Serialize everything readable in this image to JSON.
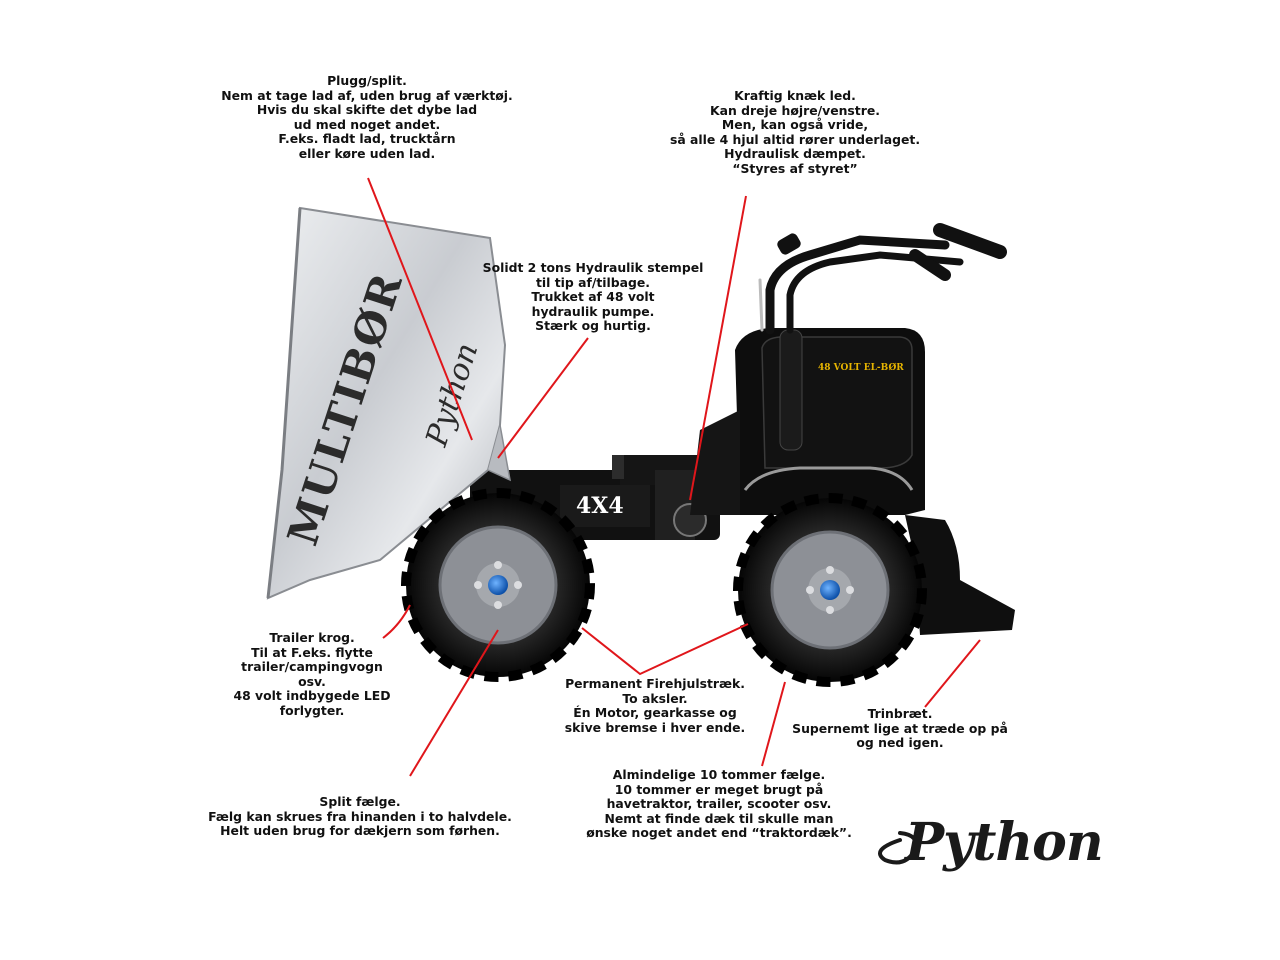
{
  "brand": {
    "logo_text": "Python",
    "bucket_text": "MULTIBØR",
    "bucket_script": "Python",
    "chassis_badge": "4X4",
    "cab_decal": "48 VOLT EL-BØR"
  },
  "colors": {
    "leader_line": "#e0161b",
    "body": "#0d0d0d",
    "bucket": "#cfd2d6",
    "rim": "#8d9096",
    "hub": "#1e6fd0",
    "text": "#111111"
  },
  "callouts": [
    {
      "id": "plugg",
      "lines": [
        "Plugg/split.",
        "Nem at tage lad af, uden brug af værktøj.",
        "Hvis du skal skifte det dybe lad",
        "ud med noget andet.",
        "F.eks. fladt lad, trucktårn",
        "eller køre uden lad."
      ]
    },
    {
      "id": "knaek",
      "lines": [
        "Kraftig knæk led.",
        "Kan dreje højre/venstre.",
        "Men, kan også vride,",
        "så alle 4 hjul altid rører underlaget.",
        "Hydraulisk dæmpet.",
        "“Styres af styret”"
      ]
    },
    {
      "id": "hydraulik",
      "lines": [
        "Solidt 2 tons Hydraulik stempel",
        "til tip af/tilbage.",
        "Trukket af 48 volt",
        "hydraulik pumpe.",
        "Stærk og hurtig."
      ]
    },
    {
      "id": "trailer",
      "lines": [
        "Trailer krog.",
        "Til at F.eks. flytte",
        "trailer/campingvogn",
        "osv.",
        "48 volt indbygede LED",
        "forlygter."
      ]
    },
    {
      "id": "firehjul",
      "lines": [
        "Permanent Firehjulstræk.",
        "To aksler.",
        "Én Motor, gearkasse og",
        "skive bremse i hver ende."
      ]
    },
    {
      "id": "trin",
      "lines": [
        "Trinbræt.",
        "Supernemt lige at træde op på",
        "og ned igen."
      ]
    },
    {
      "id": "faelge",
      "lines": [
        "Almindelige 10 tommer fælge.",
        "10 tommer er meget brugt på",
        "havetraktor, trailer, scooter osv.",
        "Nemt at finde dæk til skulle man",
        "ønske noget andet end “traktordæk”."
      ]
    },
    {
      "id": "split",
      "lines": [
        "Split fælge.",
        "Fælg kan skrues fra hinanden i to halvdele.",
        "Helt uden brug for dækjern som førhen."
      ]
    }
  ]
}
